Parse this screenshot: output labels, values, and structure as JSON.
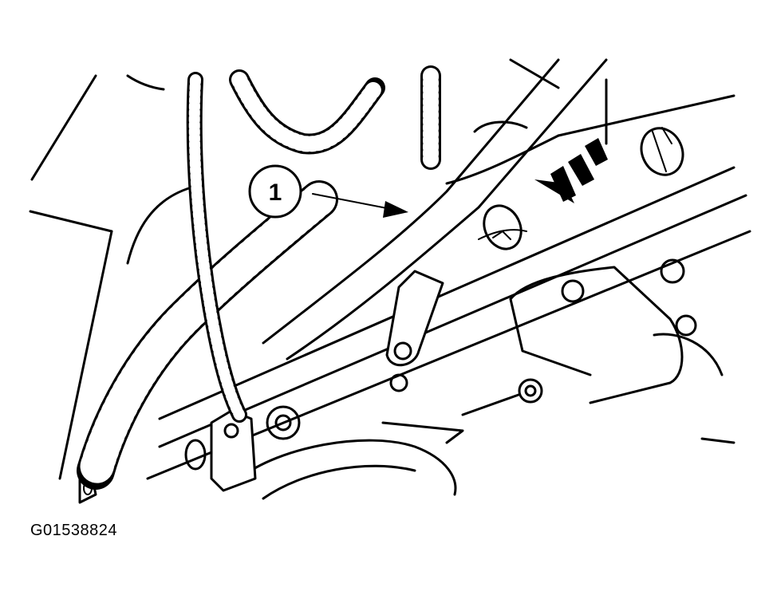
{
  "callout": {
    "label": "1"
  },
  "figure": {
    "code": "G01538824"
  },
  "icons": [
    "callout-circle",
    "leader-arrow",
    "direction-arrow",
    "wire-harness",
    "pulley",
    "bracket",
    "bolt"
  ]
}
